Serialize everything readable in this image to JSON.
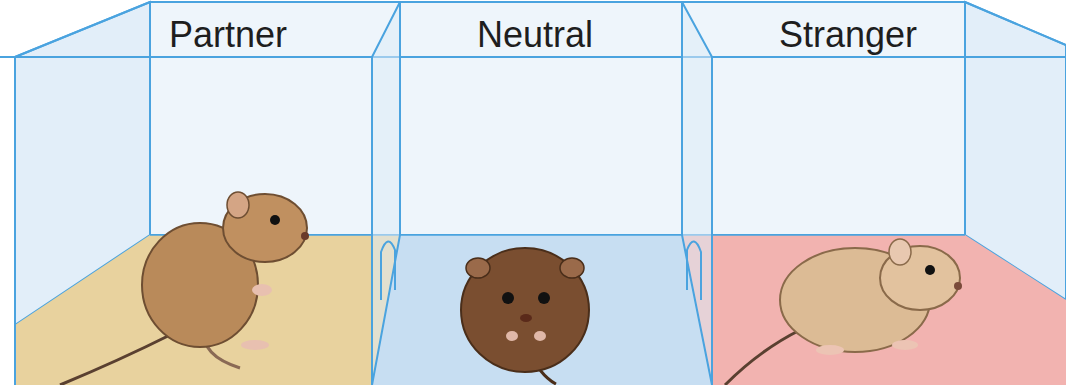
{
  "diagram": {
    "nodes": [
      {
        "text": [
          "Partner"
        ]
      },
      {
        "text": [
          "Neutral"
        ]
      },
      {
        "text": [
          "Stranger"
        ]
      }
    ]
  }
}
